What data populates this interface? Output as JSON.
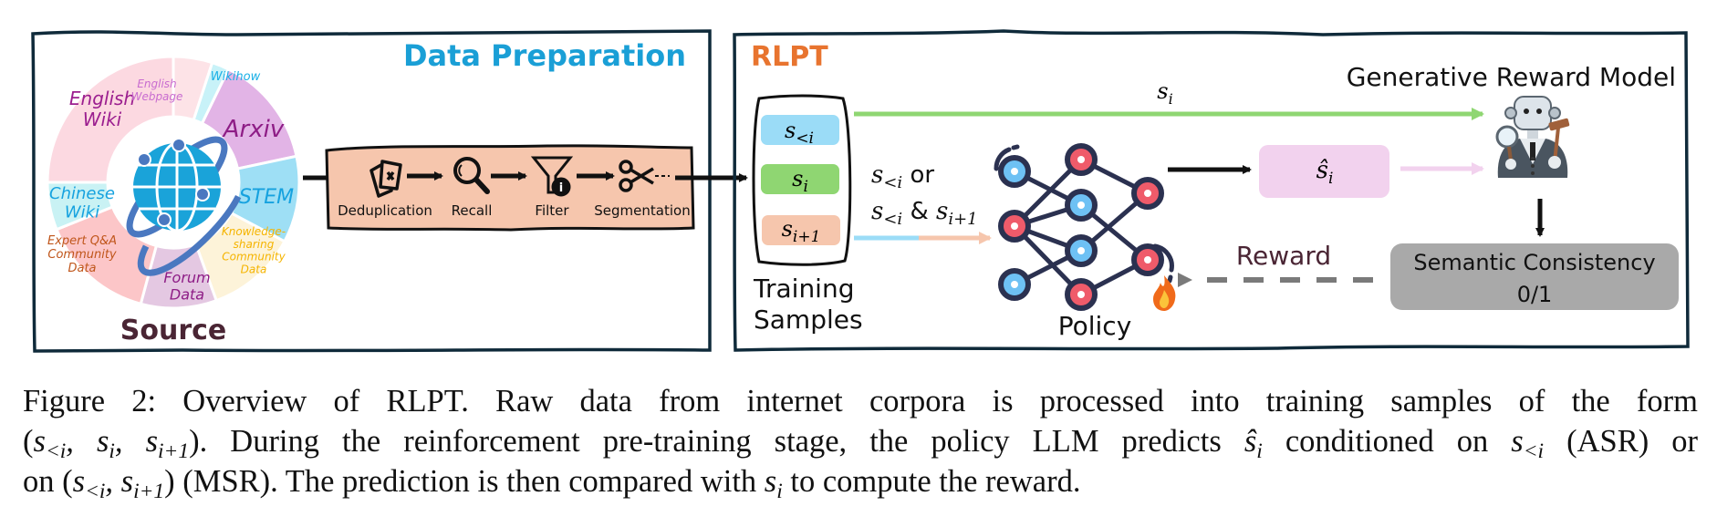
{
  "data_preparation": {
    "title": "Data Preparation",
    "title_color": "#1a9fd6",
    "source_label": "Source",
    "source_segments": [
      {
        "label": [
          "English",
          "Wiki"
        ],
        "fill": "#fcd9e1",
        "text_color": "#9b1e8f"
      },
      {
        "label": [
          "English",
          "Webpage"
        ],
        "fill": "#fde3e7",
        "text_color": "#c86cd0"
      },
      {
        "label": [
          "Wikihow"
        ],
        "fill": "#c8f2f8",
        "text_color": "#1ab0e6"
      },
      {
        "label": [
          "Arxiv"
        ],
        "fill": "#e2b4e6",
        "text_color": "#8e1d86"
      },
      {
        "label": [
          "STEM"
        ],
        "fill": "#9edff5",
        "text_color": "#16a2df"
      },
      {
        "label": [
          "Knowledge-",
          "sharing",
          "Community",
          "Data"
        ],
        "fill": "#fdf3d9",
        "text_color": "#f5b400"
      },
      {
        "label": [
          "Forum",
          "Data"
        ],
        "fill": "#e4c8e2",
        "text_color": "#8e1d86"
      },
      {
        "label": [
          "Expert Q&A",
          "Community",
          "Data"
        ],
        "fill": "#fcc6c8",
        "text_color": "#c0561b"
      },
      {
        "label": [
          "Chinese",
          "Wiki"
        ],
        "fill": "#c9f2f4",
        "text_color": "#16a2df"
      }
    ],
    "pipeline_steps": [
      {
        "label": "Deduplication",
        "icon": "deduplication-icon"
      },
      {
        "label": "Recall",
        "icon": "magnifier-icon"
      },
      {
        "label": "Filter",
        "icon": "filter-icon"
      },
      {
        "label": "Segmentation",
        "icon": "scissors-icon"
      }
    ],
    "pipeline_fill": "#f6c6ad"
  },
  "rlpt": {
    "title": "RLPT",
    "title_color": "#e8742f",
    "training_samples_label": [
      "Training",
      "Samples"
    ],
    "chips": [
      {
        "base": "s",
        "sub": "<i",
        "fill": "#9bdcf7"
      },
      {
        "base": "s",
        "sub": "i",
        "fill": "#8fd672"
      },
      {
        "base": "s",
        "sub": "i+1",
        "fill": "#f6c6ad"
      }
    ],
    "si_label": {
      "base": "s",
      "sub": "i"
    },
    "input_label_line1": {
      "base": "s",
      "sub": "<i",
      "suffix": " or"
    },
    "input_label_line2": {
      "base": "s",
      "sub": "<i",
      "mid": " & ",
      "base2": "s",
      "sub2": "i+1"
    },
    "policy_label": "Policy",
    "prediction": {
      "base": "ŝ",
      "sub": "i",
      "fill": "#f2d2ee"
    },
    "reward_model_label": "Generative Reward Model",
    "reward_label": "Reward",
    "consistency_box": {
      "line1": "Semantic Consistency",
      "line2": "0/1",
      "fill": "#a9a9a9"
    },
    "colors": {
      "green_arrow": "#8fd672",
      "blue_segment": "#9bdcf7",
      "peach_segment": "#f6c6ad",
      "pink_arrow": "#f2d2ee",
      "reward_text": "#4a2534",
      "dashed_arrow": "#7a7a7a",
      "node_red": "#ef5b6a",
      "node_blue": "#6ec1f4",
      "node_stroke": "#2b3150"
    }
  },
  "caption": {
    "line1": [
      "Figure 2:  Overview of RLPT. Raw data from internet corpora is processed into training samples of the form"
    ],
    "line2_pre": ". During the reinforcement pre-training stage, the policy LLM predicts ",
    "line2_mid": " conditioned on ",
    "line2_post": " (ASR) or",
    "line3_pre": "on ",
    "line3_mid": " (MSR). The prediction is then compared with ",
    "line3_post": " to compute the reward."
  }
}
